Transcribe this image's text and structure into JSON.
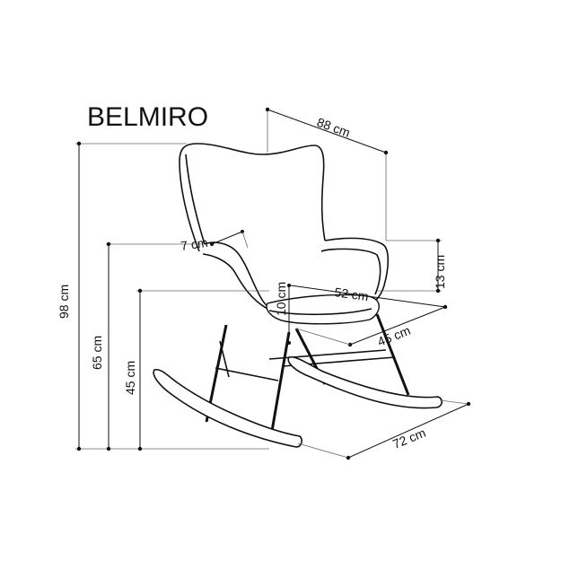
{
  "product_name": "BELMIRO",
  "dimensions": {
    "width": "88 cm",
    "depth": "72 cm",
    "height_total": "98 cm",
    "armrest_height": "65 cm",
    "seat_height": "45 cm",
    "armrest_above_seat": "13 cm",
    "backrest_thickness": "7 cm",
    "seat_cushion_thickness": "10 cm",
    "seat_width": "52 cm",
    "seat_depth": "45 cm"
  }
}
